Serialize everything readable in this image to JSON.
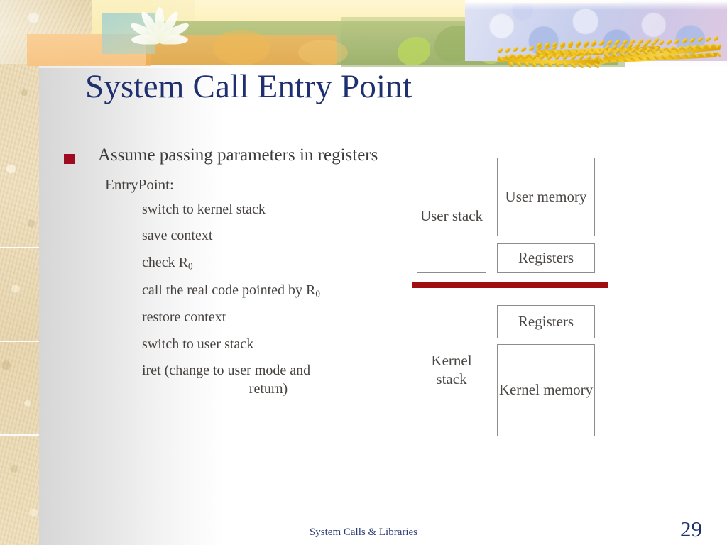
{
  "slide": {
    "title": "System Call Entry Point",
    "footer": "System Calls & Libraries",
    "page_number": "29",
    "accent_navy": "#1f3070",
    "accent_red": "#9e0b21",
    "divider_red": "#9e1010",
    "body_text_color": "#3d3b39"
  },
  "content": {
    "bullet1": "Assume passing parameters in registers",
    "entrypoint_label": "EntryPoint:",
    "steps": [
      {
        "text": "switch to kernel stack",
        "sub": "",
        "tail": ""
      },
      {
        "text": "save context",
        "sub": "",
        "tail": ""
      },
      {
        "text": "check R",
        "sub": "0",
        "tail": ""
      },
      {
        "text": "call the real code pointed by R",
        "sub": "0",
        "tail": ""
      },
      {
        "text": "restore context",
        "sub": "",
        "tail": ""
      },
      {
        "text": "switch to user stack",
        "sub": "",
        "tail": ""
      },
      {
        "text": "iret (change to user mode and",
        "sub": "",
        "tail": "return)"
      }
    ]
  },
  "diagram": {
    "user_stack": "User stack",
    "user_memory": "User memory",
    "user_registers": "Registers",
    "kernel_stack": "Kernel stack",
    "kernel_registers": "Registers",
    "kernel_memory": "Kernel memory"
  }
}
